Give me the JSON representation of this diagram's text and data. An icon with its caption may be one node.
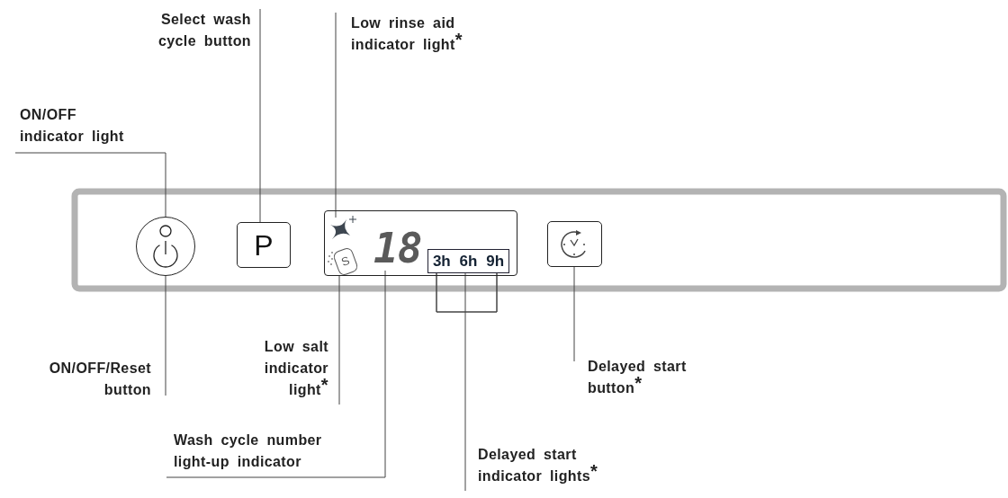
{
  "diagram": {
    "nodes": [
      {
        "text": [
          "Select wash cycle button"
        ]
      },
      {
        "text": [
          "Low rinse aid indicator light$^{*}$"
        ]
      },
      {
        "text": [
          "ON/OFF indicator light"
        ]
      },
      {
        "text": [],
        "shape": "circle"
      },
      {
        "text": [
          "P"
        ]
      },
      {
        "text": [],
        "shape": "box"
      },
      {
        "text": [],
        "shape": "star",
        "in": 5
      },
      {
        "text": [
          "18"
        ],
        "in": 5
      },
      {
        "text": [
          "S"
        ],
        "in": 5
      },
      {
        "text": [
          "3h",
          "6h",
          "9h"
        ],
        "in": 5
      },
      {
        "text": [],
        "shape": "box"
      },
      {
        "text": [
          "ON/OFF/Reset button"
        ]
      },
      {
        "text": [
          "Low salt indicator light$^{*}$"
        ]
      },
      {
        "text": [
          "Delayed start button$^{*}$"
        ]
      },
      {
        "text": [
          "Wash cycle number light-up indicator"
        ]
      },
      {
        "text": [
          "Delayed start indicator lights$^{*}$"
        ]
      }
    ],
    "edges": [
      {
        "from": 0,
        "to": 4,
        "arrow": "none"
      },
      {
        "from": 1,
        "to": 6,
        "arrow": "none"
      },
      {
        "from": 2,
        "to": 3,
        "arrow": "none"
      },
      {
        "from": 11,
        "to": 3,
        "arrow": "none"
      },
      {
        "from": 12,
        "to": 8,
        "arrow": "none"
      },
      {
        "from": 14,
        "to": 7,
        "arrow": "none"
      },
      {
        "from": 15,
        "to": 9,
        "arrow": "none"
      },
      {
        "from": 13,
        "to": 10,
        "arrow": "none"
      }
    ]
  }
}
